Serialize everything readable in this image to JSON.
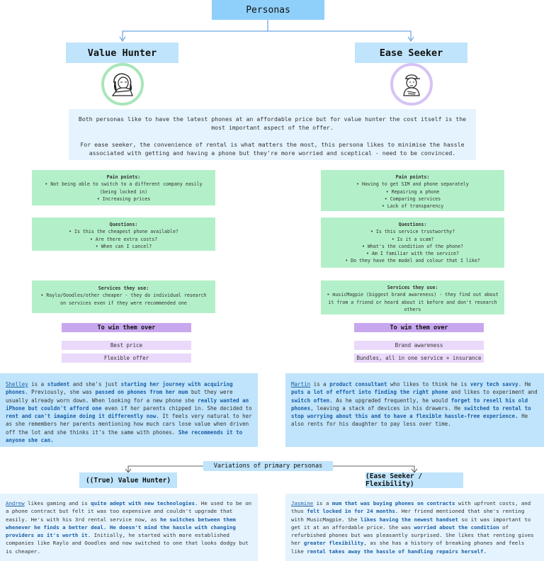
{
  "title": "Personas",
  "personas": [
    {
      "name": "Value Hunter",
      "avatar_icon": "woman-with-hair-icon",
      "ring_color": "#a8e6b8",
      "pain_title": "Pain points:",
      "pain_items": [
        "• Not being able to switch to a different company easily (being locked in)",
        "• Increasing prices"
      ],
      "questions_title": "Questions:",
      "questions_items": [
        "• Is this the cheapest phone available?",
        "• Are there extra costs?",
        "• When can I cancel?"
      ],
      "services_title": "Services they use:",
      "services_items": [
        "• Raylo/Ooodles/other cheaper - they do individual research on services even if they were recommended one"
      ],
      "win_title": "To win them over",
      "win_items": [
        "Best price",
        "Flexible offer"
      ],
      "story": [
        {
          "t": "Shelley",
          "s": "nm"
        },
        {
          "t": " is a ",
          "s": ""
        },
        {
          "t": "student",
          "s": "hl"
        },
        {
          "t": " and she's just ",
          "s": ""
        },
        {
          "t": "starting her journey with acquiring phones",
          "s": "hl"
        },
        {
          "t": ". Previously, she was ",
          "s": ""
        },
        {
          "t": "passed on phones from her mum",
          "s": "hl"
        },
        {
          "t": " but they were usually already worn down. When looking for a new phone she ",
          "s": ""
        },
        {
          "t": "really wanted an iPhone but couldn't afford one",
          "s": "hl"
        },
        {
          "t": " even if her parents chipped in. She decided to ",
          "s": ""
        },
        {
          "t": "rent and can't imagine doing it differently now",
          "s": "hl"
        },
        {
          "t": ". It feels very natural to her as she remembers her parents mentioning how much cars lose value when driven off the lot and she thinks it's the same with phones. ",
          "s": ""
        },
        {
          "t": "She recommends it to anyone she can.",
          "s": "hl"
        }
      ]
    },
    {
      "name": "Ease Seeker",
      "avatar_icon": "man-with-cap-icon",
      "ring_color": "#d6c3f4",
      "pain_title": "Pain points:",
      "pain_items": [
        "• Having to get SIM and phone separately",
        "• Repairing a phone",
        "• Comparing services",
        "• Lack of transparency"
      ],
      "questions_title": "Questions:",
      "questions_items": [
        "• Is this service trustworthy?",
        "• Is it a scam?",
        "• What's the condition of the phone?",
        "• Am I familiar with the service?",
        "• Do they have the model and colour that I like?"
      ],
      "services_title": "Services they use:",
      "services_items": [
        "• musicMagpie (biggest brand awareness) - they find out about it from a friend or heard about it before and don't research others"
      ],
      "win_title": "To win them over",
      "win_items": [
        "Brand awareness",
        "Bundles, all in one service + insurance"
      ],
      "story": [
        {
          "t": "Martin",
          "s": "nm"
        },
        {
          "t": " is a ",
          "s": ""
        },
        {
          "t": "product consultant",
          "s": "hl"
        },
        {
          "t": " who likes to think he is ",
          "s": ""
        },
        {
          "t": "very tech savvy",
          "s": "hl"
        },
        {
          "t": ". He ",
          "s": ""
        },
        {
          "t": "puts a lot of effort into finding the right phone",
          "s": "hl"
        },
        {
          "t": " and likes to experiment and ",
          "s": ""
        },
        {
          "t": "switch often",
          "s": "hl"
        },
        {
          "t": ". As he upgraded frequently, he would ",
          "s": ""
        },
        {
          "t": "forget to resell his old phones",
          "s": "hl"
        },
        {
          "t": ", leaving a stack of devices in his drawers. He ",
          "s": ""
        },
        {
          "t": "switched to rental to stop worrying about this and to have a flexible hassle-free experience.",
          "s": "hl"
        },
        {
          "t": " He also rents for his daughter to pay less over time.",
          "s": ""
        }
      ]
    }
  ],
  "summary": [
    "Both personas like to have the latest phones at an affordable price but for value hunter the cost itself is the most important aspect of the offer.",
    "For ease seeker, the convenience of rental is what matters the most, this persona likes to minimise the hassle associated with getting and having a phone but they're more worried and sceptical - need to be convinced."
  ],
  "variations": {
    "label": "Variations of primary personas",
    "items": [
      {
        "name": "((True) Value Hunter)",
        "story": [
          {
            "t": "Andrew",
            "s": "nm"
          },
          {
            "t": " likes gaming and is ",
            "s": ""
          },
          {
            "t": "quite adept with new technologies",
            "s": "hl"
          },
          {
            "t": ". He used to be on a phone contract but felt it was too expensive and couldn't upgrade that easily. He's with his 3rd rental service now, as ",
            "s": ""
          },
          {
            "t": "he switches between them whenever he finds a better deal",
            "s": "hl"
          },
          {
            "t": ". He doesn't mind the hassle with changing providers as it's worth it",
            "s": "hl"
          },
          {
            "t": ". Initially, he started with more established companies like Raylo and Ooodles and now switched to one that looks dodgy but is cheaper.",
            "s": ""
          }
        ]
      },
      {
        "name": "(Ease Seeker / Flexibility)",
        "story": [
          {
            "t": "Jasmine",
            "s": "nm"
          },
          {
            "t": " is a ",
            "s": ""
          },
          {
            "t": "mum that was buying phones on contracts",
            "s": "hl"
          },
          {
            "t": " with upfront costs, and thus ",
            "s": ""
          },
          {
            "t": "felt locked in for 24 months",
            "s": "hl"
          },
          {
            "t": ". Her friend mentioned that she's renting with MusicMagpie. She ",
            "s": ""
          },
          {
            "t": "likes having the newest handset",
            "s": "hl"
          },
          {
            "t": " so it was important to get it at an affordable price. She was ",
            "s": ""
          },
          {
            "t": "worried about the condition",
            "s": "hl"
          },
          {
            "t": " of refurbished phones but was pleasantly surprised. She likes that renting gives her ",
            "s": ""
          },
          {
            "t": "greater flexibility",
            "s": "hl"
          },
          {
            "t": ", as she has a history of breaking phones and feels like ",
            "s": ""
          },
          {
            "t": "rental takes away the hassle of handling repairs herself.",
            "s": "hl"
          }
        ]
      }
    ]
  },
  "colors": {
    "title_bg": "#8fd0fb",
    "head_bg": "#bfe4fb",
    "light_bg": "#e4f3fd",
    "green_bg": "#b3f0c9",
    "purple_head": "#c8a7ef",
    "purple_item": "#ead9fa",
    "connector": "#4a90d9"
  }
}
